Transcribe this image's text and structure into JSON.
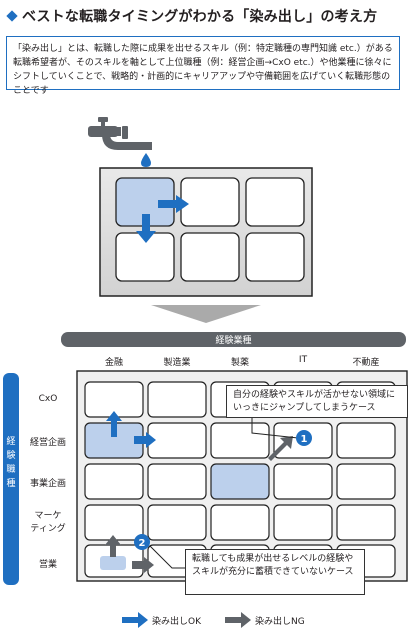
{
  "title": "ベストな転職タイミングがわかる「染み出し」の考え方",
  "intro_text": "「染み出し」とは、転職した際に成果を出せるスキル（例：特定職種の専門知識 etc.）がある転職希望者が、そのスキルを軸として上位職種（例：経営企画→CxO etc.）や他業種に徐々にシフトしていくことで、戦略的・計画的にキャリアアップや守備範囲を広げていく転職形態のことです",
  "axis": {
    "top_label": "経験業種",
    "side_label": "経験職種",
    "industries": [
      "金融",
      "製造業",
      "製薬",
      "IT",
      "不動産"
    ],
    "roles": [
      "CxO",
      "経営企画",
      "事業企画",
      "マーケ\nティング",
      "営業"
    ]
  },
  "callouts": {
    "one": {
      "num": "1",
      "text": "自分の経験やスキルが活かせない領域にいっきにジャンプしてしまうケース"
    },
    "two": {
      "num": "2",
      "text": "転職しても成果が出せるレベルの経験やスキルが充分に蓄積できていないケース"
    }
  },
  "legend": {
    "ok": "染み出しOK",
    "ng": "染み出しNG"
  },
  "colors": {
    "blue": "#1f6fc1",
    "light_blue": "#bcd0ec",
    "gray": "#5a5a5a",
    "light_gray": "#bdbdbd",
    "bg_gray": "#f0f0f0"
  },
  "icons": [
    "faucet-icon",
    "water-drop-icon",
    "arrow-right-icon",
    "arrow-down-icon",
    "arrow-up-icon",
    "chevron-down-icon"
  ]
}
